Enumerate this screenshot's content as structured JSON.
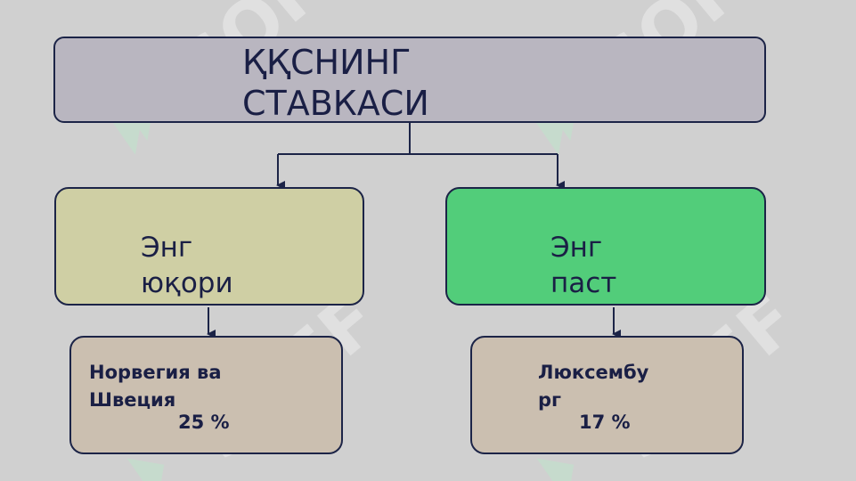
{
  "title": "ҚҚСНИНГ\nСТАВКАСИ",
  "highest": {
    "label": "Энг\nюқори",
    "countries": "Норвегия ва\nШвеция",
    "rate": "25 %"
  },
  "lowest": {
    "label": "Энг\nпаст",
    "countries": "Люксембу\nрг",
    "rate": "17 %"
  },
  "watermark": "SOFF",
  "colors": {
    "background": "#d0d0d0",
    "title_box": "#b9b6c0",
    "highest_box": "#cfcfa4",
    "lowest_box": "#52cd7a",
    "result_box": "#cbbfb0",
    "border": "#1c2447"
  }
}
